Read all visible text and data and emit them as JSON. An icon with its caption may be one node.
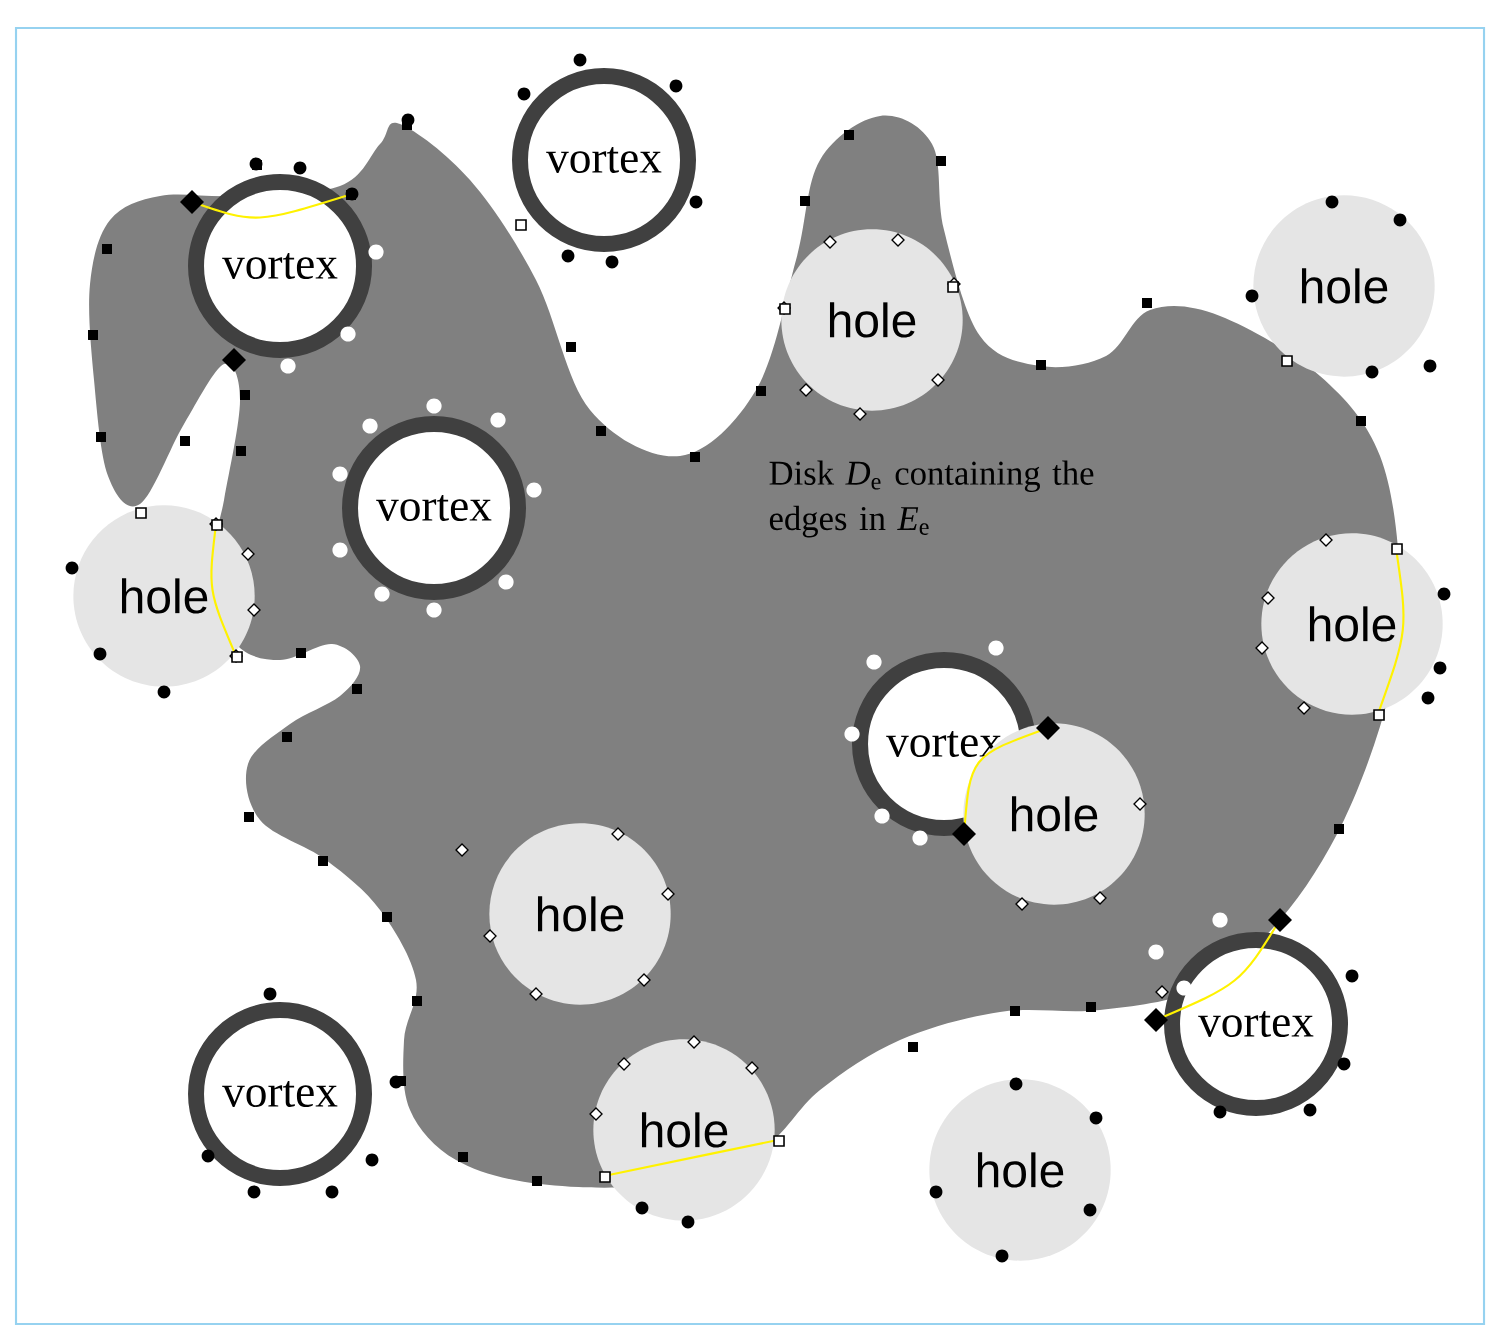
{
  "diagram": {
    "nodes": [
      {
        "text": [
          "vortex"
        ]
      },
      {
        "text": [
          "vortex"
        ]
      },
      {
        "text": [
          "hole"
        ]
      },
      {
        "text": [
          "hole"
        ]
      },
      {
        "text": [
          "vortex"
        ]
      },
      {
        "text": [
          "hole"
        ]
      },
      {
        "text": [
          "hole"
        ]
      },
      {
        "text": [
          "vortex"
        ]
      },
      {
        "text": [
          "hole"
        ]
      },
      {
        "text": [
          "hole"
        ]
      },
      {
        "text": [
          "vortex"
        ]
      },
      {
        "text": [
          "hole"
        ]
      },
      {
        "text": [
          "vortex"
        ]
      },
      {
        "text": [
          "hole"
        ]
      }
    ],
    "labels": [
      "Disk *D*$_{e}$ containing the edges in *E*$_{e}$"
    ]
  }
}
